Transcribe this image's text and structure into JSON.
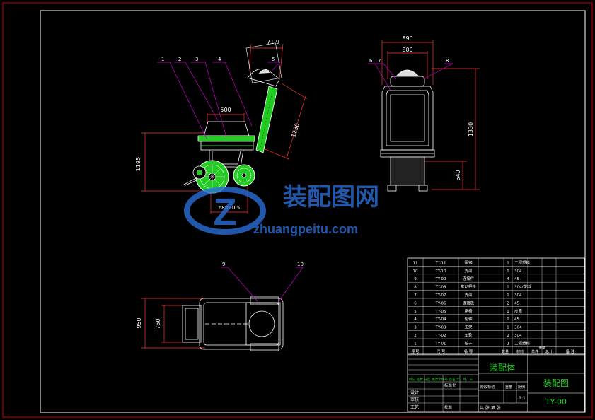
{
  "watermark": {
    "cn_text": "装配图网",
    "url_text": "zhuangpeitu.com"
  },
  "dims_side": {
    "handle_width": "71.9",
    "seat_width": "500",
    "handle_length": "1230",
    "height": "1195",
    "wheelbase": "688±0.5"
  },
  "dims_front": {
    "outer_width": "890",
    "inner_width": "800",
    "height": "1330",
    "lower_height": "640"
  },
  "dims_top": {
    "outer_height": "950",
    "inner_height": "750"
  },
  "balloons_side": [
    "1",
    "2",
    "3",
    "4",
    "5"
  ],
  "balloons_front": [
    "6",
    "7",
    "8"
  ],
  "balloons_top": [
    "9",
    "10"
  ],
  "bom": {
    "rows": [
      {
        "no": "11",
        "code": "TY-11",
        "name": "圆钢",
        "qty": "1",
        "material": "工程塑料",
        "note": ""
      },
      {
        "no": "10",
        "code": "TY-10",
        "name": "支架",
        "qty": "1",
        "material": "304",
        "note": ""
      },
      {
        "no": "9",
        "code": "TY-09",
        "name": "连接件",
        "qty": "4",
        "material": "45",
        "note": ""
      },
      {
        "no": "8",
        "code": "TY-08",
        "name": "推动把手",
        "qty": "1",
        "material": "304/塑料",
        "note": ""
      },
      {
        "no": "7",
        "code": "TY-07",
        "name": "支架",
        "qty": "1",
        "material": "304",
        "note": ""
      },
      {
        "no": "6",
        "code": "TY-06",
        "name": "连接板",
        "qty": "2",
        "material": "45",
        "note": ""
      },
      {
        "no": "5",
        "code": "TY-05",
        "name": "座椅",
        "qty": "1",
        "material": "皮质",
        "note": ""
      },
      {
        "no": "4",
        "code": "TY-04",
        "name": "轮轴",
        "qty": "1",
        "material": "45",
        "note": ""
      },
      {
        "no": "3",
        "code": "TY-03",
        "name": "支架",
        "qty": "1",
        "material": "304",
        "note": ""
      },
      {
        "no": "2",
        "code": "TY-02",
        "name": "车轮",
        "qty": "2",
        "material": "304",
        "note": ""
      },
      {
        "no": "1",
        "code": "TY-01",
        "name": "轮子",
        "qty": "2",
        "material": "工程塑料",
        "note": ""
      }
    ],
    "header": {
      "no": "序号",
      "code": "代  号",
      "name": "名  称",
      "qty": "数量",
      "material": "材料",
      "unit_weight": "单件",
      "total_weight": "总计",
      "weight": "重量",
      "note": "备  注"
    }
  },
  "title_block": {
    "assembly_label": "装配体",
    "drawing_title": "装配图",
    "drawing_code": "TY-00",
    "revision_row": "标记 处数 分区 更改文件号 签名 年、月、日",
    "roles": [
      "设计",
      "审核",
      "工艺"
    ],
    "std_labels": [
      "标准化",
      "批准"
    ],
    "stage_label": "阶段标记",
    "weight_label": "重量",
    "scale_label": "比例",
    "scale_value": "1:1",
    "sheet_text": "共  张  第  张"
  },
  "colors": {
    "line": "#ffffff",
    "part_green": "#22cc22",
    "leader": "#cc00cc",
    "dim": "#ff3333",
    "watermark": "#2a6fd6"
  }
}
